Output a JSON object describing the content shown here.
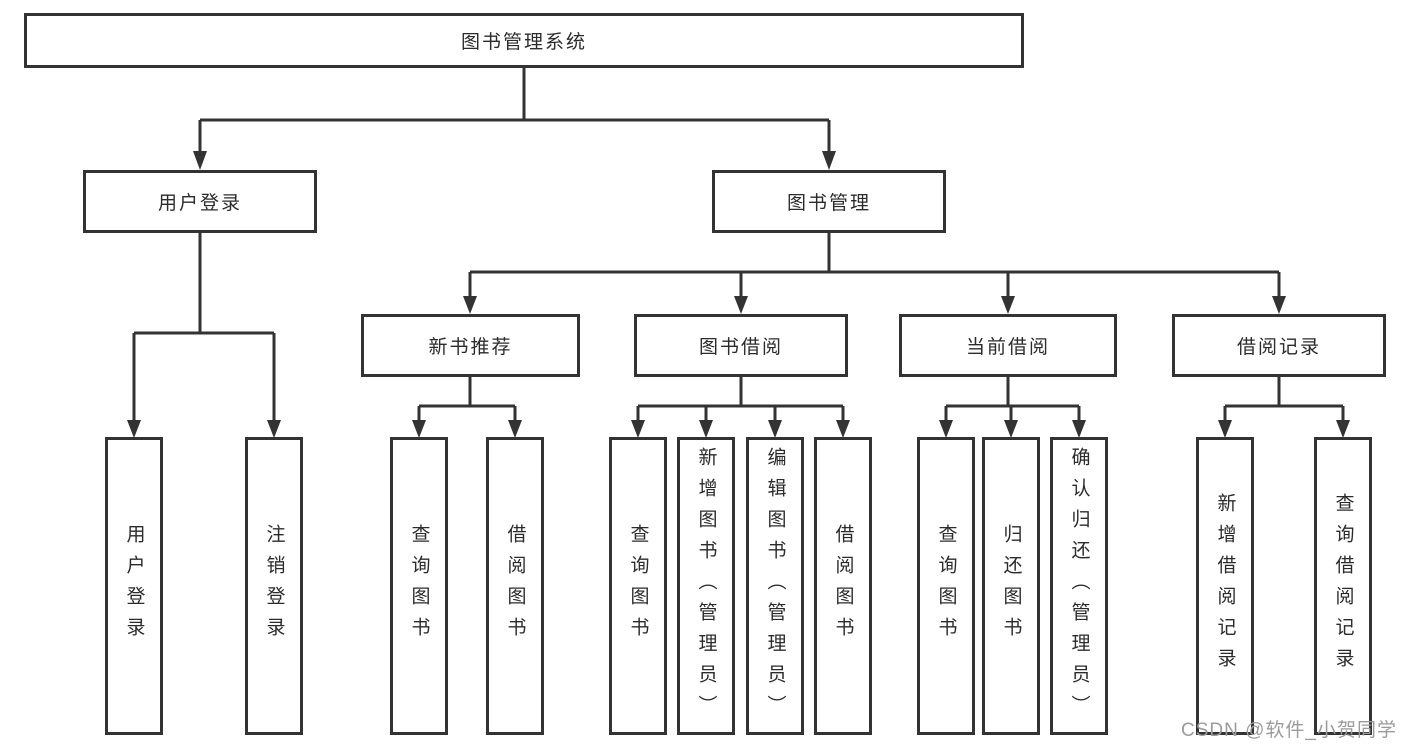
{
  "title": "图书管理系统",
  "watermark": "CSDN @软件_小贺同学",
  "colors": {
    "line": "#333333",
    "text": "#2b2b2b",
    "background": "#ffffff",
    "watermark": "#9b9b9b"
  },
  "branches": {
    "user_login": {
      "label": "用户登录",
      "children": [
        "用户登录",
        "注销登录"
      ]
    },
    "book_management": {
      "label": "图书管理",
      "groups": [
        {
          "label": "新书推荐",
          "children": [
            "查询图书",
            "借阅图书"
          ]
        },
        {
          "label": "图书借阅",
          "children": [
            "查询图书",
            "新增图书（管理员）",
            "编辑图书（管理员）",
            "借阅图书"
          ]
        },
        {
          "label": "当前借阅",
          "children": [
            "查询图书",
            "归还图书",
            "确认归还（管理员）"
          ]
        },
        {
          "label": "借阅记录",
          "children": [
            "新增借阅记录",
            "查询借阅记录"
          ]
        }
      ]
    }
  }
}
